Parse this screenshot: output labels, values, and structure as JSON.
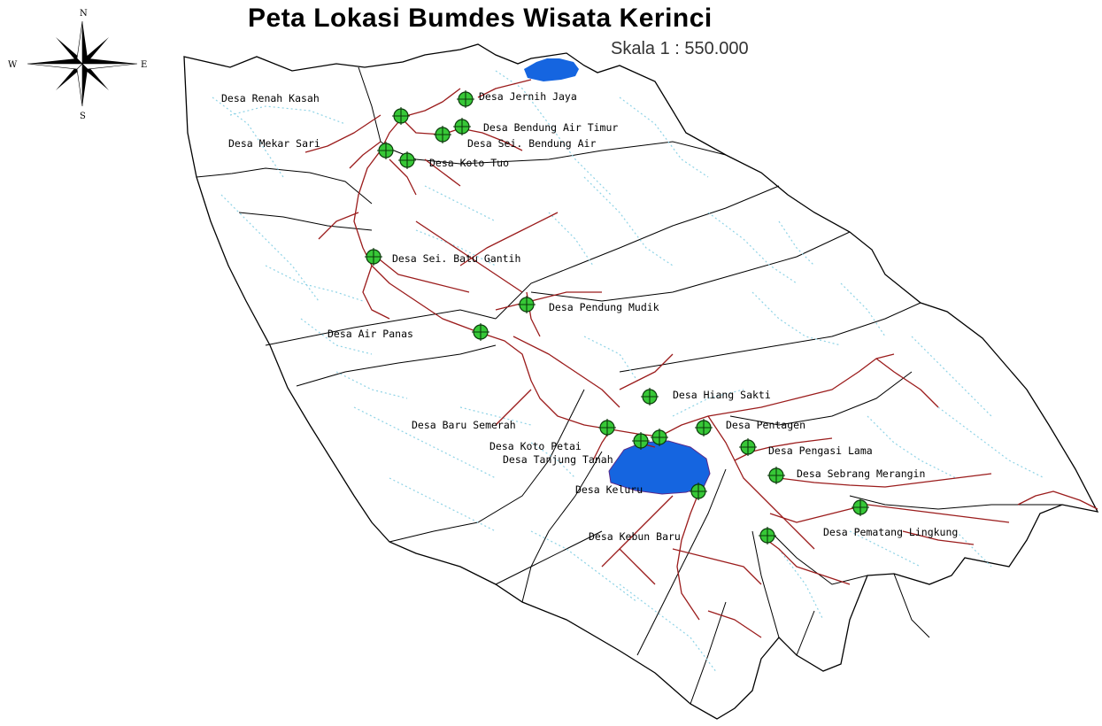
{
  "map": {
    "title": "Peta Lokasi Bumdes Wisata Kerinci",
    "scale": "Skala 1 : 550.000",
    "compass": {
      "north": "N",
      "south": "S",
      "west": "W",
      "east": "E"
    },
    "colors": {
      "road": "#9b1c1c",
      "river": "#8fd3e6",
      "lake": "#1565e0",
      "boundary": "#000000",
      "marker_fill": "#37c837",
      "marker_stroke": "#0a3a0a"
    },
    "locations": [
      {
        "label": "Desa Renah Kasah"
      },
      {
        "label": "Desa Jernih Jaya"
      },
      {
        "label": "Desa Bendung Air Timur"
      },
      {
        "label": "Desa Sei. Bendung Air"
      },
      {
        "label": "Desa Mekar Sari"
      },
      {
        "label": "Desa Koto Tuo"
      },
      {
        "label": "Desa Sei. Batu Gantih"
      },
      {
        "label": "Desa Pendung Mudik"
      },
      {
        "label": "Desa Air Panas"
      },
      {
        "label": "Desa Hiang Sakti"
      },
      {
        "label": "Desa Baru Semerah"
      },
      {
        "label": "Desa Pentagen"
      },
      {
        "label": "Desa Koto Petai"
      },
      {
        "label": "Desa Tanjung Tanah"
      },
      {
        "label": "Desa Pengasi Lama"
      },
      {
        "label": "Desa Sebrang Merangin"
      },
      {
        "label": "Desa Keluru"
      },
      {
        "label": "Desa Kebun Baru"
      },
      {
        "label": "Desa Pematang Lingkung"
      }
    ]
  }
}
